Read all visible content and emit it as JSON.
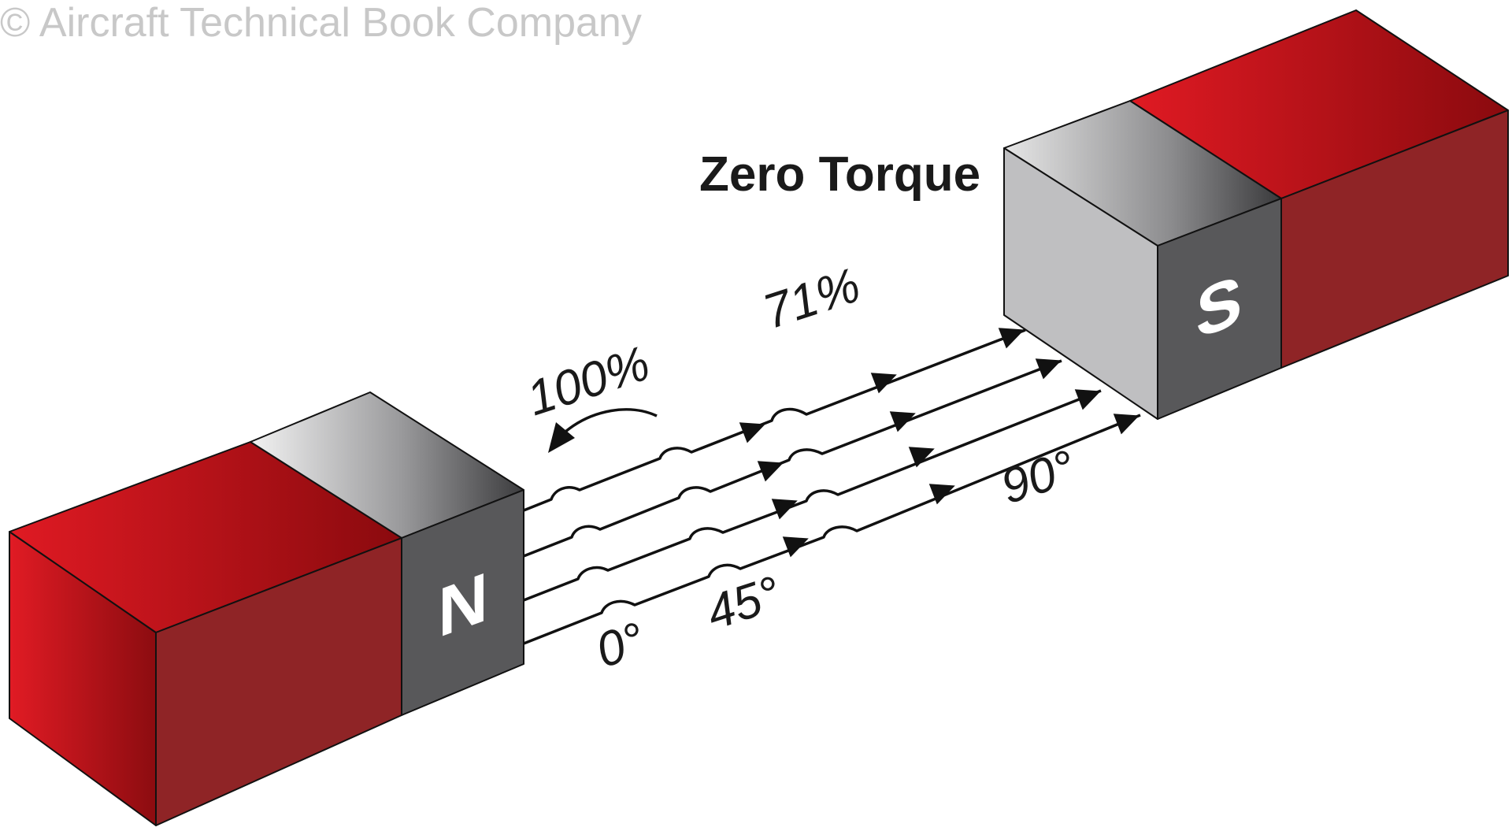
{
  "copyright": "© Aircraft Technical Book Company",
  "title": "Zero Torque",
  "labels": {
    "percent_100": "100%",
    "percent_71": "71%",
    "angle_0": "0°",
    "angle_45": "45°",
    "angle_90": "90°"
  },
  "poles": {
    "north": "N",
    "south": "S"
  },
  "colors": {
    "magnet_red": "#8f2426",
    "magnet_top_red": "#d01a22",
    "pole_face": "#58585a",
    "pole_side": "#bfbfc1"
  }
}
